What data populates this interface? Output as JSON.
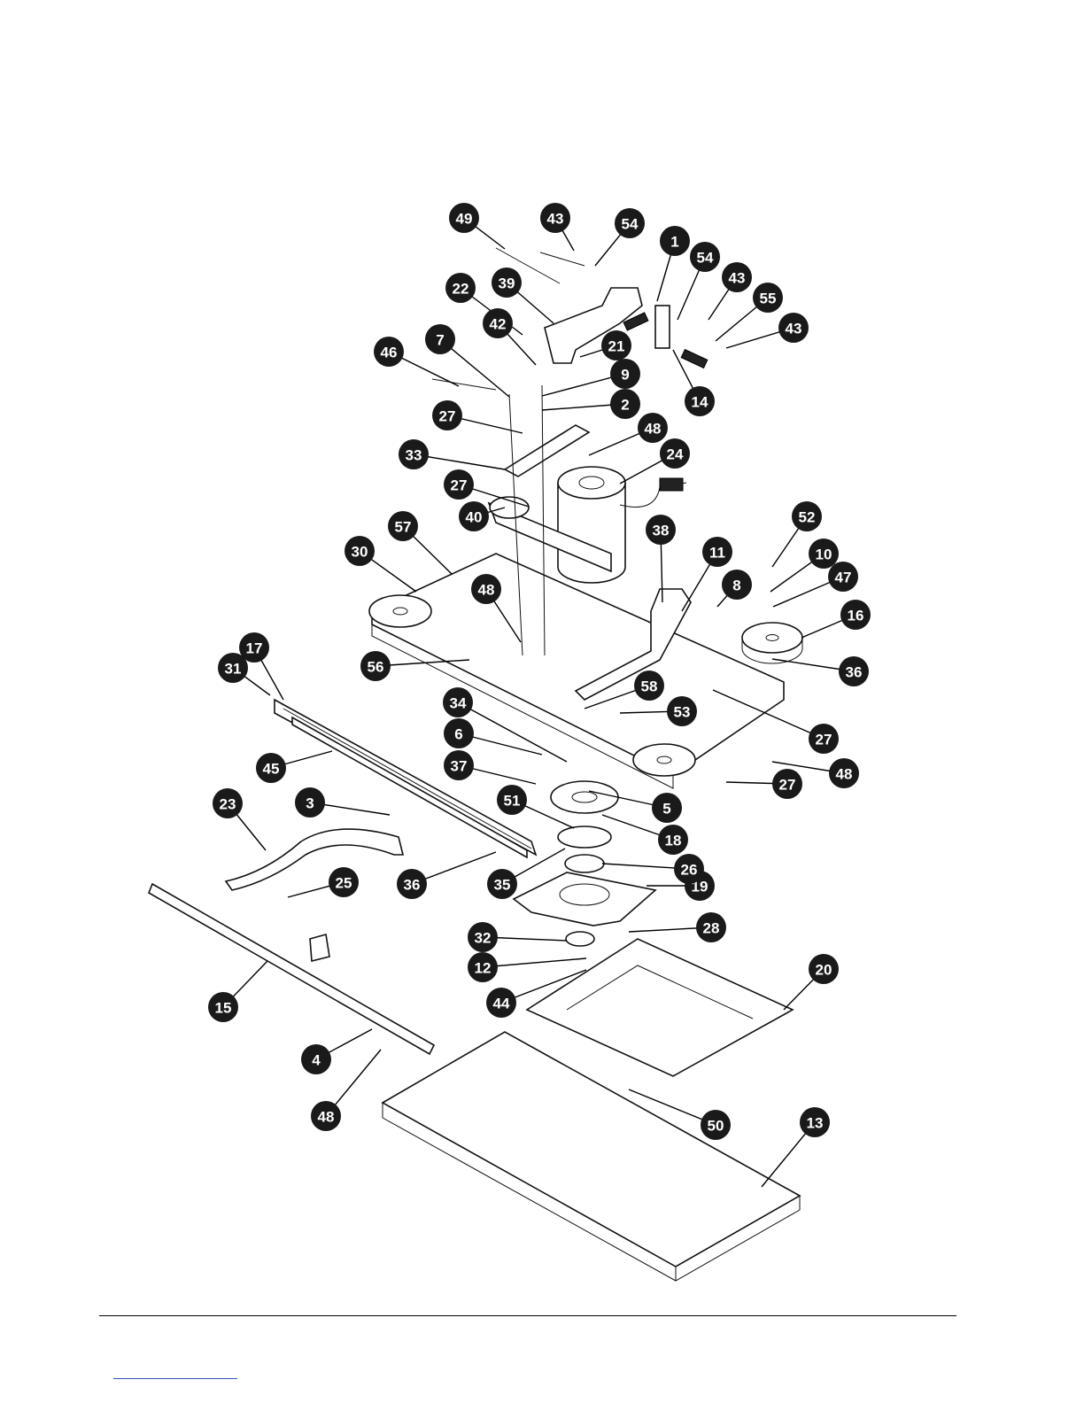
{
  "callouts": [
    "1",
    "2",
    "3",
    "4",
    "5",
    "6",
    "7",
    "8",
    "9",
    "10",
    "11",
    "12",
    "13",
    "14",
    "15",
    "16",
    "17",
    "18",
    "19",
    "20",
    "21",
    "22",
    "23",
    "24",
    "25",
    "26",
    "27",
    "28",
    "30",
    "31",
    "32",
    "33",
    "34",
    "35",
    "36",
    "37",
    "38",
    "39",
    "40",
    "42",
    "43",
    "44",
    "45",
    "46",
    "47",
    "48",
    "49",
    "50",
    "51",
    "52",
    "53",
    "54",
    "55",
    "56",
    "57",
    "58"
  ],
  "colors": {
    "callout_fill": "#1a1a1a",
    "callout_text": "#ffffff",
    "line": "#000000",
    "link": "#3050c0"
  }
}
